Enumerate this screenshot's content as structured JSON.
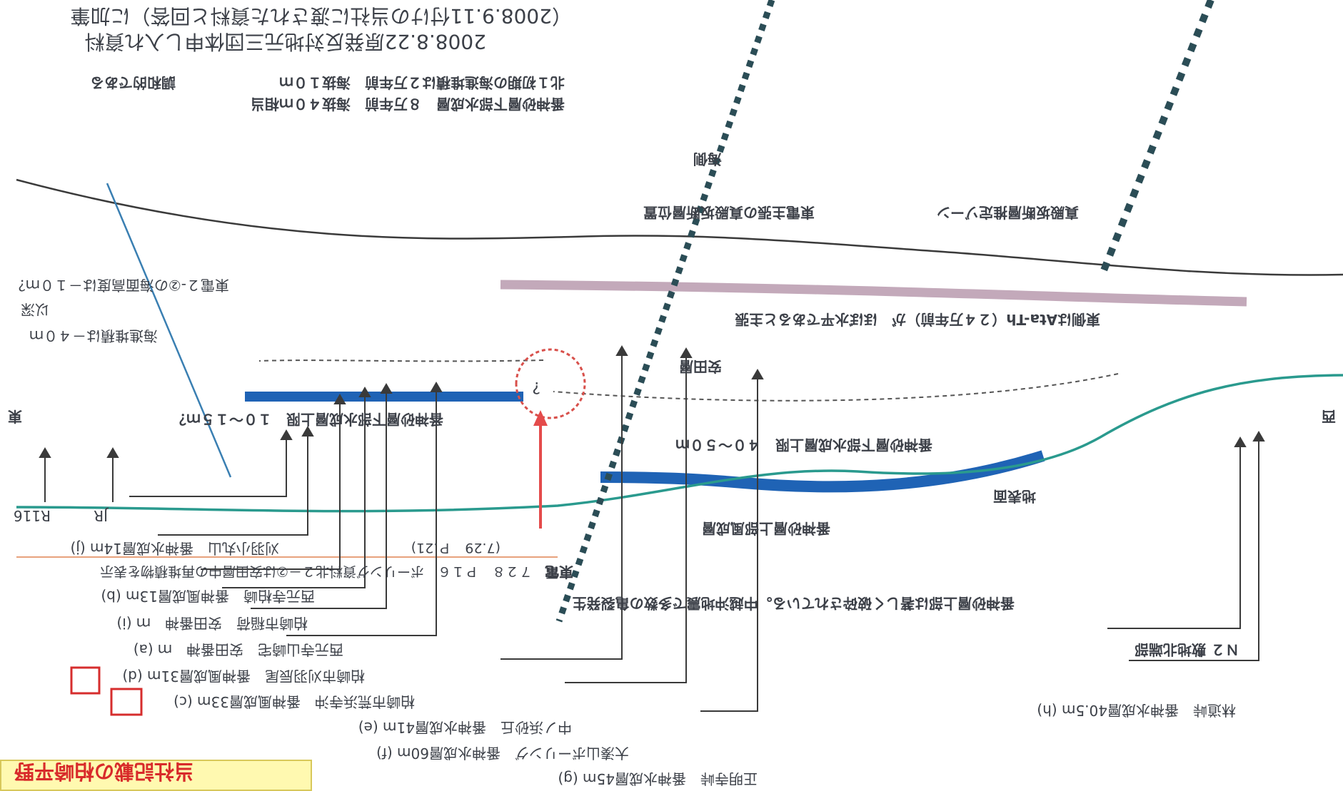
{
  "header": {
    "title_line1": "2008.8.22原発反対地元三団体申し入れ資料",
    "title_line2": "（2008.9.11付けの当社に渡された資料と回答）に加筆"
  },
  "notes": {
    "top_line1": "番神砂層下部水成層　８万年前　海抜４０ｍ相当",
    "top_line2": "北１初期の海進堆積は２万年前　海抜１０ｍ",
    "top_line2b": "調和的である"
  },
  "labels": {
    "sea_side": "海側",
    "direction_west": "西",
    "direction_east": "東",
    "upper_limit_west": "番神砂層下部水成層上限　４０～５０ｍ",
    "upper_limit_east": "番神砂層下部水成層上限　１０～１５ｍ？",
    "yasuda_layer": "安田層",
    "aira_tn": "東側はAta-Th（２４万年前）が　ほぼ水平であると主張",
    "fault_zone_west": "真殿坂断層推定ゾーン",
    "fault_position_east": "東電主張の真殿坂断層位置",
    "ground_surface": "地表面",
    "banjin_upper": "番神砂層上部風成層",
    "east_note_1": "東電２-②の海面高度は－１０ｍ？",
    "east_note_2": "以深",
    "east_note_3": "海進堆積は－４０ｍ",
    "marker_question": "?",
    "red_arrow_label": "東電",
    "boring_row": "東電　７２８　Ｐ１６　ボーリング資料北２－②は安田層中の再堆積物を表示",
    "boring_row_2": "(7.29　Ｐ.21)",
    "deformation_note": "番神砂層上部は著しく破砕されている。中越沖地震で多数の亀裂発生",
    "n2": "Ｎ２ 敷地北端部"
  },
  "boreholes": {
    "j": "刈羽小丸山　番神水成層14m (j)",
    "b": "西元寺柏崎　番神風成層13m (b)",
    "i": "柏崎市稲荷　安田番神　ｍ (i)",
    "a": "西元寺山崎宅　安田番神　ｍ (a)",
    "d": "柏崎市刈羽辰尾　番神風成層31m (d)",
    "c": "柏崎市荒浜寺沖　番神風成層33m (c)",
    "e": "中ノ浜砂丘　番神水成層41m (e)",
    "f": "大湊山ボーリング　番神水成層60m (f)",
    "g": "正明寺峠　番神水成層45m (g)",
    "h": "林道峠　番神水成層40.5m (h)",
    "jr": "JR",
    "r116": "R116"
  },
  "note_box": {
    "text": "当社記載の柏崎平野"
  },
  "colors": {
    "thick_blue": "#1f63b5",
    "teal_line": "#2a9a8e",
    "thin_line": "#3a3a3a",
    "dotted_fault": "#2b4d56",
    "red_circle": "#d8504b",
    "red_arrow": "#e44b4b",
    "red_box": "#d62d2d",
    "mauve_band": "#b89aae",
    "blue_thin": "#3a7fb2",
    "orange_line": "#e7a27c",
    "note_text": "#d82a2a",
    "note_bg": "#fff9b0"
  }
}
